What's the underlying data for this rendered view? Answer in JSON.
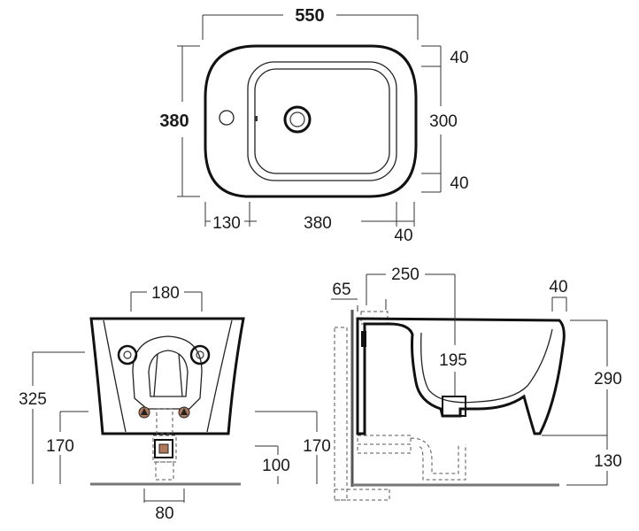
{
  "top_view": {
    "width": "550",
    "depth": "380",
    "right_top": "40",
    "right_mid": "300",
    "right_bottom": "40",
    "bottom_left": "130",
    "bottom_mid": "380",
    "bottom_right": "40"
  },
  "front_view": {
    "top_width": "180",
    "total_height": "325",
    "left_height": "170",
    "right_height": "170",
    "right_inner": "100",
    "bottom_width": "80"
  },
  "side_view": {
    "top_left": "65",
    "top_span": "250",
    "top_right": "40",
    "inner_depth": "195",
    "bowl_height": "290",
    "floor_gap": "130"
  }
}
